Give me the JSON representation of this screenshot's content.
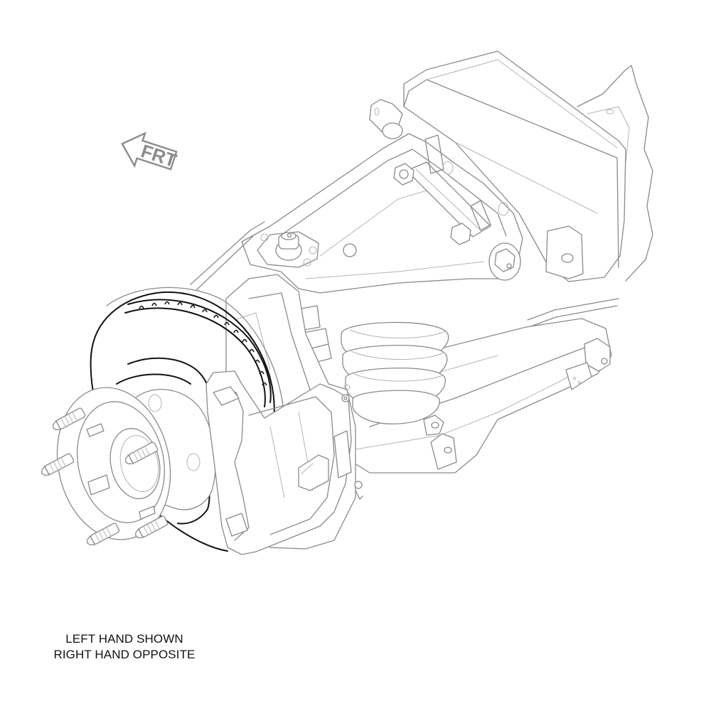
{
  "figure": {
    "type": "technical-line-illustration",
    "subject": "front suspension and brake assembly",
    "colors": {
      "background": "#ffffff",
      "component_lines": "#8a8a8a",
      "highlighted_component": "#111111",
      "frt_arrow": "#8c8c8c",
      "caption_text": "#111111"
    },
    "components": [
      {
        "name": "wheel-hub",
        "highlighted": false
      },
      {
        "name": "wheel-studs",
        "count": 6,
        "highlighted": false
      },
      {
        "name": "brake-rotor",
        "highlighted": true
      },
      {
        "name": "brake-caliper",
        "highlighted": false
      },
      {
        "name": "steering-knuckle",
        "highlighted": false
      },
      {
        "name": "upper-control-arm",
        "highlighted": false
      },
      {
        "name": "upper-ball-joint",
        "highlighted": false
      },
      {
        "name": "lower-control-arm",
        "highlighted": false
      },
      {
        "name": "coil-spring",
        "highlighted": false
      },
      {
        "name": "frame-crossmember",
        "highlighted": false
      },
      {
        "name": "stabilizer-link",
        "highlighted": false
      }
    ]
  },
  "orientation": {
    "arrow_label": "FRT",
    "arrow_direction": "up-left"
  },
  "caption": {
    "line1": "LEFT HAND SHOWN",
    "line2": "RIGHT HAND OPPOSITE"
  }
}
